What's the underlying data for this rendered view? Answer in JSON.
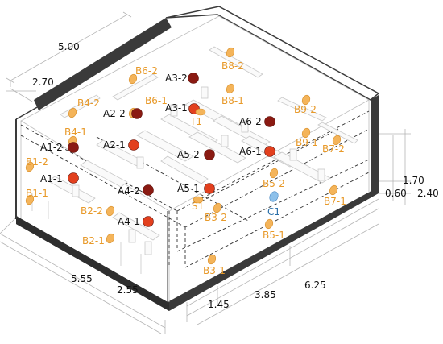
{
  "dimensions": {
    "top_width": "5.00",
    "top_depth": "2.70",
    "left_length": "5.55",
    "left_inner": "2.55",
    "bottom_a": "1.45",
    "bottom_b": "3.85",
    "bottom_c": "6.25",
    "right_upper": "1.70",
    "right_lower": "0.60",
    "right_total": "2.40"
  },
  "colors": {
    "sensor_b": "#f4b45a",
    "label_b": "#e89a2a",
    "air_light": "#e2401e",
    "air_dark": "#8a1a12",
    "label_a": "#111111",
    "sensor_c": "#8cc0ea",
    "label_c": "#2a6fa8",
    "wall": "#3a3a3a",
    "dashed": "#333333"
  },
  "sensors": [
    {
      "label": "B8-2",
      "kind": "b"
    },
    {
      "label": "B6-2",
      "kind": "b"
    },
    {
      "label": "A3-2",
      "kind": "a_dark"
    },
    {
      "label": "B8-1",
      "kind": "b"
    },
    {
      "label": "B4-2",
      "kind": "b"
    },
    {
      "label": "B6-1",
      "kind": "b"
    },
    {
      "label": "A2-2",
      "kind": "a_dark"
    },
    {
      "label": "A3-1",
      "kind": "a_light"
    },
    {
      "label": "T1",
      "kind": "t"
    },
    {
      "label": "B9-2",
      "kind": "b"
    },
    {
      "label": "A6-2",
      "kind": "a_dark"
    },
    {
      "label": "B4-1",
      "kind": "b"
    },
    {
      "label": "A1-2",
      "kind": "a_dark"
    },
    {
      "label": "A2-1",
      "kind": "a_light"
    },
    {
      "label": "A5-2",
      "kind": "a_dark"
    },
    {
      "label": "B9-1",
      "kind": "b"
    },
    {
      "label": "A6-1",
      "kind": "a_light"
    },
    {
      "label": "B7-2",
      "kind": "b"
    },
    {
      "label": "B1-2",
      "kind": "b"
    },
    {
      "label": "A1-1",
      "kind": "a_light"
    },
    {
      "label": "B1-1",
      "kind": "b"
    },
    {
      "label": "A5-1",
      "kind": "a_light"
    },
    {
      "label": "B5-2",
      "kind": "b"
    },
    {
      "label": "A4-2",
      "kind": "a_dark"
    },
    {
      "label": "S1",
      "kind": "b"
    },
    {
      "label": "C1",
      "kind": "c"
    },
    {
      "label": "B7-1",
      "kind": "b"
    },
    {
      "label": "B2-2",
      "kind": "b"
    },
    {
      "label": "B3-2",
      "kind": "b"
    },
    {
      "label": "A4-1",
      "kind": "a_light"
    },
    {
      "label": "B5-1",
      "kind": "b"
    },
    {
      "label": "B2-1",
      "kind": "b"
    },
    {
      "label": "B3-1",
      "kind": "b"
    }
  ]
}
